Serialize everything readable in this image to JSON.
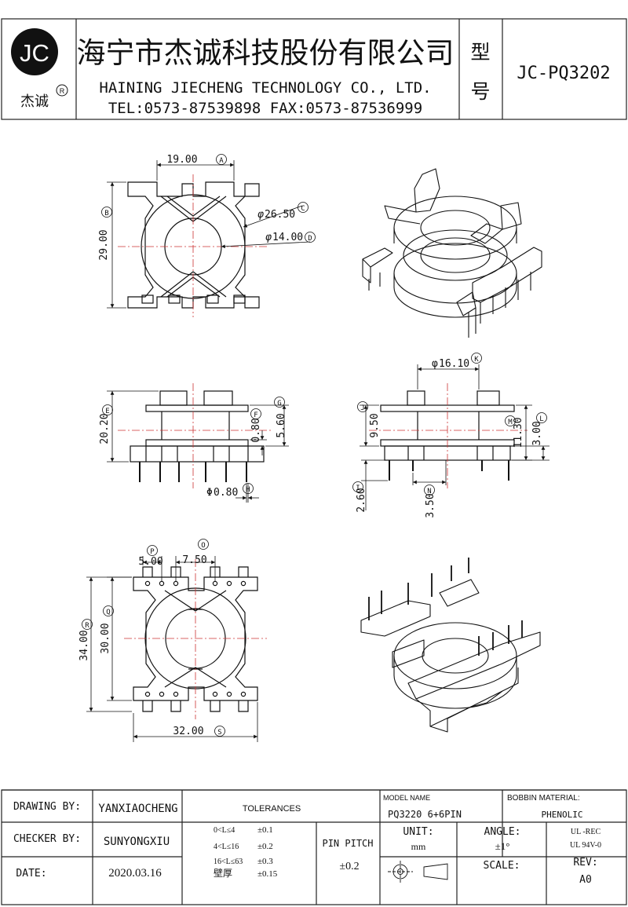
{
  "header": {
    "logo_text": "JC",
    "logo_caption": "杰诚",
    "logo_mark": "R",
    "company_cn": "海宁市杰诚科技股份有限公司",
    "company_en": "HAINING JIECHENG TECHNOLOGY CO., LTD.",
    "contact": "TEL:0573-87539898    FAX:0573-87536999",
    "type_label_1": "型",
    "type_label_2": "号",
    "part_no": "JC-PQ3202"
  },
  "dims": {
    "A": "19.00",
    "A_tag": "A",
    "B": "29.00",
    "B_tag": "B",
    "C": "26.50",
    "C_tag": "C",
    "D": "14.00",
    "D_tag": "D",
    "E": "20.20",
    "E_tag": "E",
    "F": "0.80",
    "F_tag": "F",
    "G": "5.60",
    "G_tag": "G",
    "H": "0.80",
    "H_tag": "H",
    "I": "2.60",
    "I_tag": "I",
    "J": "9.50",
    "J_tag": "J",
    "K": "16.10",
    "K_tag": "K",
    "L": "3.00",
    "L_tag": "L",
    "M": "11.30",
    "M_tag": "M",
    "N": "3.50",
    "N_tag": "N",
    "O": "7.50",
    "O_tag": "O",
    "P": "5.00",
    "P_tag": "P",
    "Q": "30.00",
    "Q_tag": "Q",
    "R": "34.00",
    "R_tag": "R",
    "S": "32.00",
    "S_tag": "S",
    "phi": "φ",
    "big_phi": "Φ"
  },
  "footer": {
    "drawing_by_label": "DRAWING  BY:",
    "drawing_by": "YANXIAOCHENG",
    "checker_by_label": "CHECKER  BY:",
    "checker_by": "SUNYONGXIU",
    "date_label": "DATE:",
    "date": "2020.03.16",
    "tolerances_label": "TOLERANCES",
    "tol_rows": [
      {
        "range": "0<L≤4",
        "tol": "±0.1"
      },
      {
        "range": "4<L≤16",
        "tol": "±0.2"
      },
      {
        "range": "16<L≤63",
        "tol": "±0.3"
      },
      {
        "range": "壁厚",
        "tol": "±0.15"
      }
    ],
    "pin_pitch_label": "PIN PITCH",
    "pin_pitch": "±0.2",
    "model_name_label": "MODEL NAME",
    "model_name": "PQ3220   6+6PIN",
    "unit_label": "UNIT:",
    "unit": "mm",
    "angle_label": "ANGLE:",
    "angle": "±1°",
    "scale_label": "SCALE:",
    "bobbin_material_label": "BOBBIN MATERIAL:",
    "bobbin_material": "PHENOLIC",
    "ul_1": "UL -REC",
    "ul_2": "UL  94V-0",
    "rev_label": "REV:",
    "rev": "A0"
  }
}
